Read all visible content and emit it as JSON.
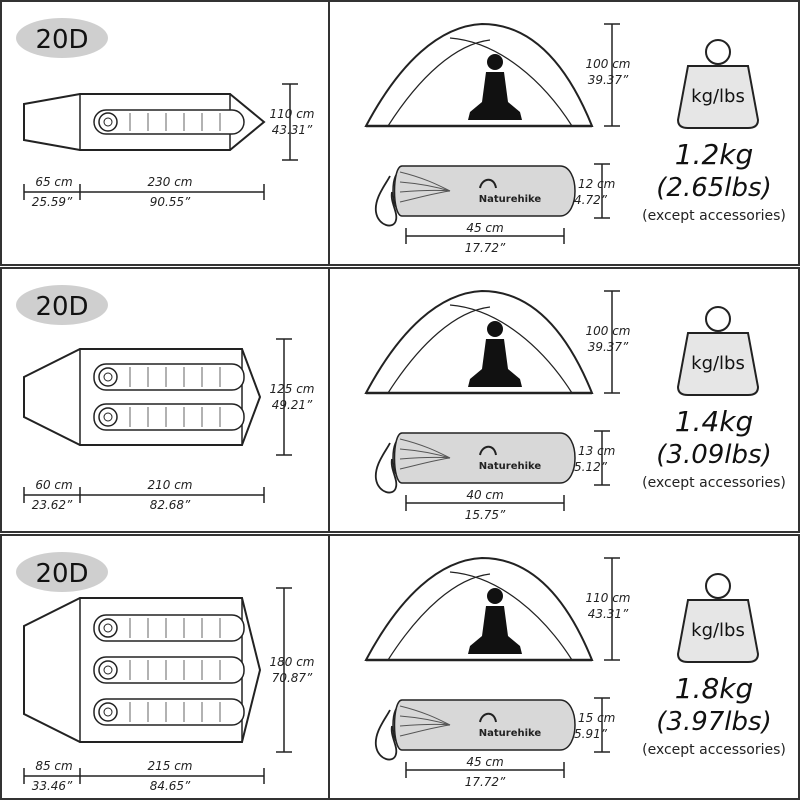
{
  "unit_label": "kg/lbs",
  "brand": "Naturehike",
  "panels": [
    {
      "fabric": "20D",
      "sleepers": 1,
      "floor_width": [
        "110 cm",
        "43.31”"
      ],
      "vestibule": [
        "65 cm",
        "25.59”"
      ],
      "floor_length": [
        "230 cm",
        "90.55”"
      ],
      "tent_height": [
        "100 cm",
        "39.37”"
      ],
      "pack_diameter": [
        "12 cm",
        "4.72”"
      ],
      "pack_length": [
        "45 cm",
        "17.72”"
      ],
      "weight_kg": "1.2kg",
      "weight_lbs": "(2.65lbs)",
      "note": "(except accessories)"
    },
    {
      "fabric": "20D",
      "sleepers": 2,
      "floor_width": [
        "125 cm",
        "49.21”"
      ],
      "vestibule": [
        "60 cm",
        "23.62”"
      ],
      "floor_length": [
        "210 cm",
        "82.68”"
      ],
      "tent_height": [
        "100 cm",
        "39.37”"
      ],
      "pack_diameter": [
        "13 cm",
        "5.12”"
      ],
      "pack_length": [
        "40 cm",
        "15.75”"
      ],
      "weight_kg": "1.4kg",
      "weight_lbs": "(3.09lbs)",
      "note": "(except accessories)"
    },
    {
      "fabric": "20D",
      "sleepers": 3,
      "floor_width": [
        "180 cm",
        "70.87”"
      ],
      "vestibule": [
        "85 cm",
        "33.46”"
      ],
      "floor_length": [
        "215 cm",
        "84.65”"
      ],
      "tent_height": [
        "110 cm",
        "43.31”"
      ],
      "pack_diameter": [
        "15 cm",
        "5.91”"
      ],
      "pack_length": [
        "45 cm",
        "17.72”"
      ],
      "weight_kg": "1.8kg",
      "weight_lbs": "(3.97lbs)",
      "note": "(except accessories)"
    }
  ]
}
